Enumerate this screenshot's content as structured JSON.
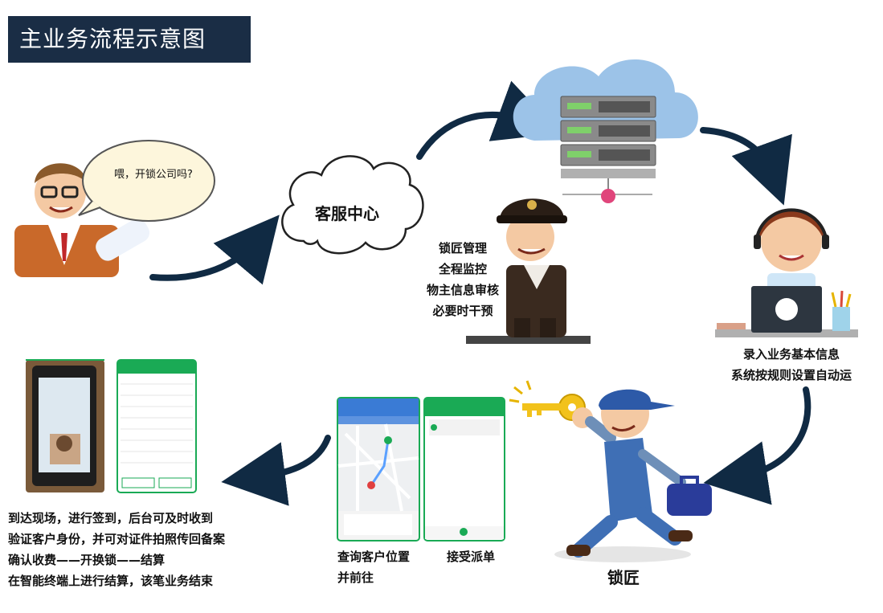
{
  "title": "主业务流程示意图",
  "speech_bubble": "喂，开锁公司吗?",
  "cloud_label": "客服中心",
  "supervision": [
    "锁匠管理",
    "全程监控",
    "物主信息审核",
    "必要时干预"
  ],
  "operator_notes": [
    "录入业务基本信息",
    "系统按规则设置自动运"
  ],
  "locksmith_label": "锁匠",
  "phone_captions": {
    "left": [
      "查询客户位置",
      "并前往"
    ],
    "right": "接受派单"
  },
  "onsite_notes": [
    "到达现场，进行签到，后台可及时收到",
    "验证客户身份，并可对证件拍照传回备案",
    "确认收费——开换锁——结算",
    "在智能终端上进行结算，该笔业务结束"
  ],
  "colors": {
    "arrow": "#102a43",
    "title_bg": "#1a2d45",
    "cloud_blue": "#9cc3e8",
    "server": "#8a8a8a",
    "app_green": "#1aaa55",
    "map_blue": "#3a7bd5"
  }
}
